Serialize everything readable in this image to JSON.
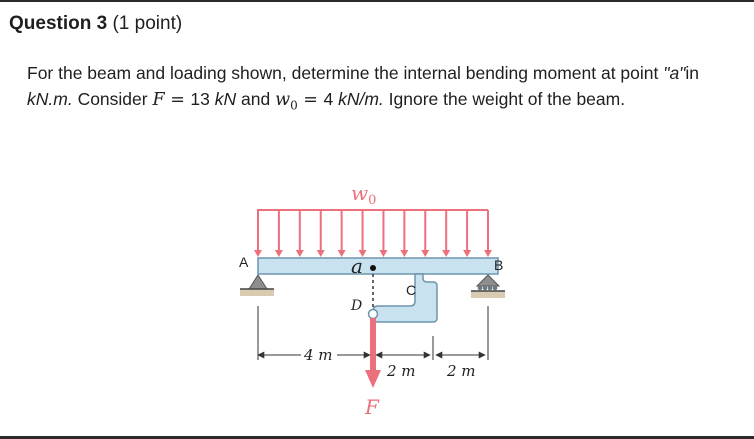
{
  "question": {
    "label": "Question 3",
    "points": "(1 point)",
    "text": {
      "p1": "For the beam and loading shown, determine the internal bending moment at point ",
      "p2": "\"a\"",
      "p3": "in ",
      "unit1": "kN.m.",
      "p4": " Consider ",
      "var_f": "F",
      "eq": " = ",
      "f_val": "13 ",
      "f_unit": "kN",
      "p5": " and ",
      "var_w": "w",
      "sub0": "0",
      "w_val": "4 ",
      "w_unit": "kN/m.",
      "p6": " Ignore the weight of the beam."
    }
  },
  "figure": {
    "load_label": "w",
    "load_sub": "0",
    "point_a": "A",
    "point_b": "B",
    "point_c": "C",
    "point_d": "D",
    "point_a_lower": "a",
    "force": "F",
    "dim1": "4 m",
    "dim2": "2 m",
    "dim3": "2 m",
    "colors": {
      "load_arrow": "#ec6f7c",
      "beam_fill": "#c9e2ef",
      "beam_stroke": "#6d94ad",
      "support": "#8e8e8e",
      "ground": "#d8cbb1"
    }
  }
}
